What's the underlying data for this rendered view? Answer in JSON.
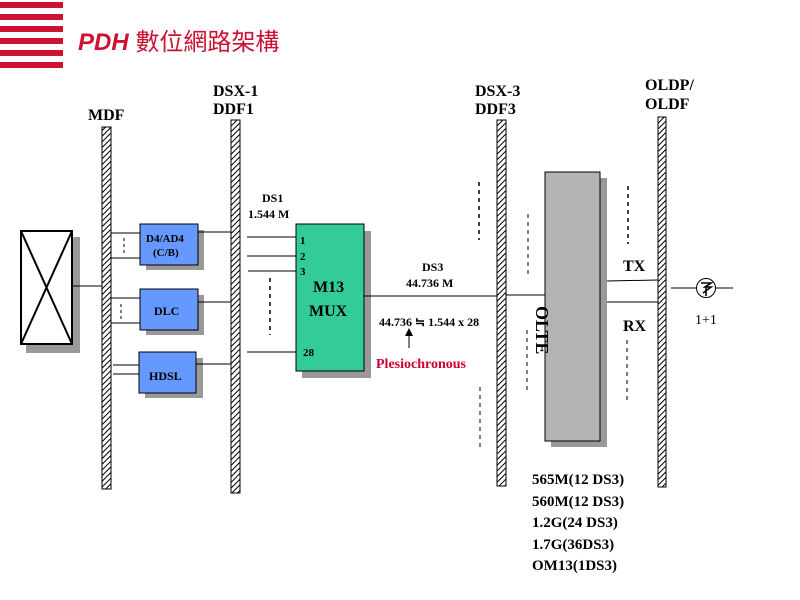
{
  "header": {
    "title_latin": "PDH",
    "title_cjk": "數位網路架構",
    "accent_color": "#cc1133"
  },
  "frames": {
    "mdf": "MDF",
    "dsx1_line1": "DSX-1",
    "dsx1_line2": "DDF1",
    "dsx3_line1": "DSX-3",
    "dsx3_line2": "DDF3",
    "oldp_line1": "OLDP/",
    "oldp_line2": "OLDF"
  },
  "equipment": {
    "d4_line1": "D4/AD4",
    "d4_line2": "(C/B)",
    "dlc": "DLC",
    "hdsl": "HDSL",
    "mux_line1": "M13",
    "mux_line2": "MUX",
    "olte": "OLTE",
    "box_color": "#6699ff",
    "mux_color": "#33cc99",
    "olte_color": "#b3b3b3"
  },
  "signals": {
    "ds1_name": "DS1",
    "ds1_rate": "1.544 M",
    "mux_inputs": [
      "1",
      "2",
      "3",
      "28"
    ],
    "ds3_name": "DS3",
    "ds3_rate": "44.736 M",
    "equation": "44.736 ≒ 1.544 x 28",
    "plesiochronous": "Plesiochronous",
    "tx": "TX",
    "rx": "RX",
    "protection": "1+1"
  },
  "optical_rates": [
    "565M(12 DS3)",
    "560M(12 DS3)",
    "1.2G(24 DS3)",
    "1.7G(36DS3)",
    "OM13(1DS3)"
  ]
}
